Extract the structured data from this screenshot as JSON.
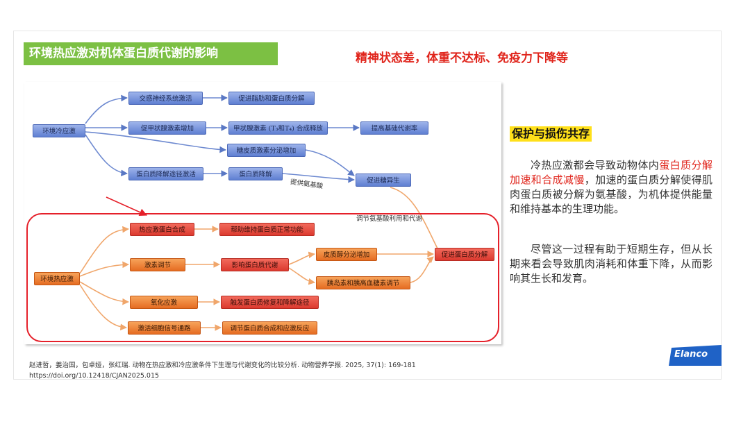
{
  "slide": {
    "title": "环境热应激对机体蛋白质代谢的影响",
    "subtitle": "精神状态差，体重不达标、免疫力下降等",
    "colors": {
      "title_bg": "#7cc043",
      "accent_red": "#e0241b",
      "highlight": "#ffe01a"
    }
  },
  "diagram": {
    "cold": {
      "root": "环境冷应激",
      "n_sympathetic": "交感神经系统激活",
      "n_thyroid_gland": "促甲状腺激素增加",
      "n_glucocorticoid": "糖皮质激素分泌增加",
      "n_protein_pathway": "蛋白质降解途径激活",
      "n_fat_protein": "促进脂肪和蛋白质分解",
      "n_thyroxine": "甲状腺激素 (T₃和T₄) 合成释放",
      "n_basal": "提高基础代谢率",
      "n_protein_degrade": "蛋白质降解",
      "n_gluconeo": "促进糖异生",
      "label_amino": "提供氨基酸",
      "label_regulate": "调节氨基酸利用和代谢"
    },
    "heat": {
      "root": "环境热应激",
      "n_hsp": "热应激蛋白合成",
      "n_hormone": "激素调节",
      "n_oxidative": "氧化应激",
      "n_signaling": "激活细胞信号通路",
      "n_maintain": "帮助维持蛋白质正常功能",
      "n_affect_meta": "影响蛋白质代谢",
      "n_cortisol": "皮质醇分泌增加",
      "n_insulin": "胰岛素和胰高血糖素调节",
      "n_promote_decomp": "促进蛋白质分解",
      "n_repair": "触发蛋白质修复和降解途径",
      "n_regulate_syn": "调节蛋白质合成和应激反应"
    }
  },
  "right_panel": {
    "heading": "保护与损伤共存",
    "p1_pre": "冷热应激都会导致动物体内",
    "p1_hl": "蛋白质分解加速和合成减慢",
    "p1_post": "，加速的蛋白质分解使得肌肉蛋白质被分解为氨基酸，为机体提供能量和维持基本的生理功能。",
    "p2": "尽管这一过程有助于短期生存，但从长期来看会导致肌肉消耗和体重下降，从而影响其生长和发育。"
  },
  "citation": {
    "line1": "赵进哲，姜治国，包卓娅，张红瑞. 动物在热应激和冷应激条件下生理与代谢变化的比较分析. 动物营养学报. 2025, 37(1): 169-181",
    "line2": "https://doi.org/10.12418/CJAN2025.015"
  },
  "logo": {
    "text": "Elanco",
    "color": "#1f62c6"
  }
}
